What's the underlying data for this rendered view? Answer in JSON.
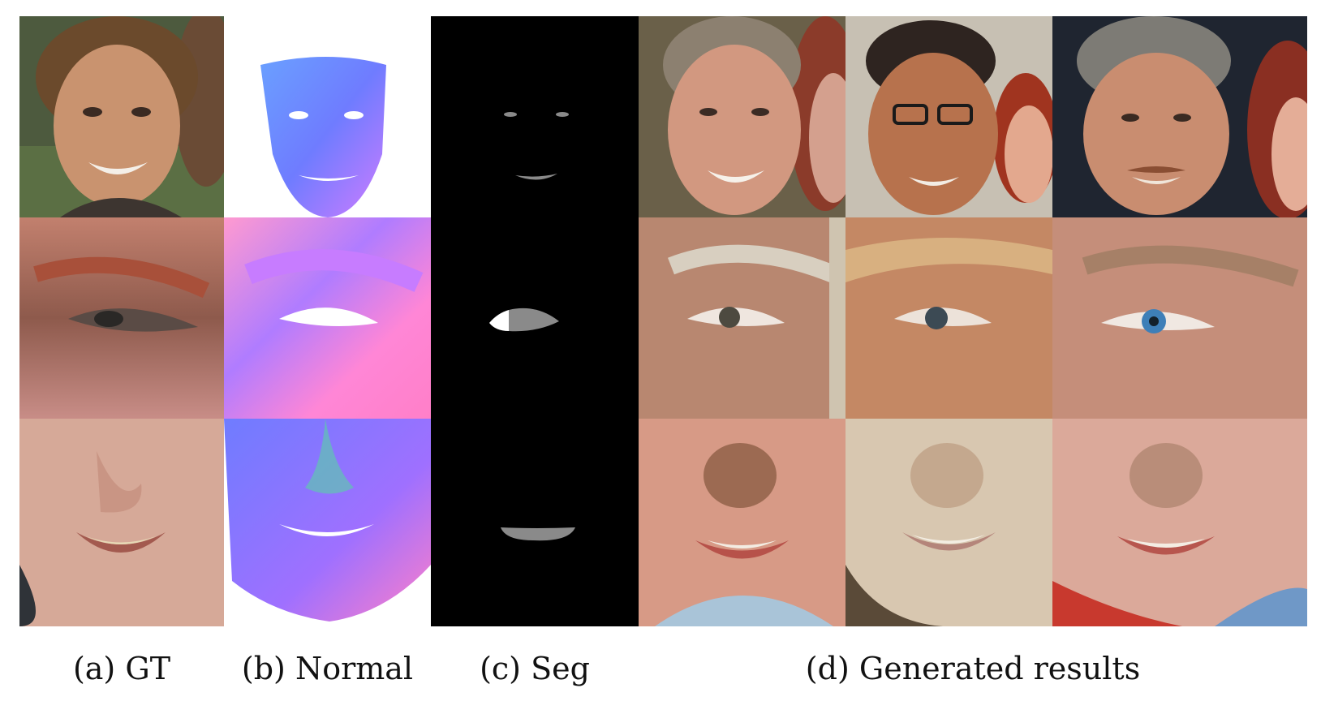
{
  "figure": {
    "captions": {
      "gt": "(a) GT",
      "normal": "(b) Normal",
      "seg": "(c) Seg",
      "generated": "(d) Generated results"
    },
    "rows": [
      "face",
      "eye",
      "mouth"
    ],
    "columns": [
      "gt",
      "normal",
      "seg",
      "generated-1",
      "generated-2",
      "generated-3"
    ]
  },
  "colors": {
    "background": "#ffffff",
    "seg_background": "#000000",
    "seg_mask_light": "#ffffff",
    "seg_mask_gray": "#8a8a8a",
    "normal_blue": "#6f7cff",
    "normal_pink": "#ff7fc8",
    "skin": "#d9a68d"
  }
}
